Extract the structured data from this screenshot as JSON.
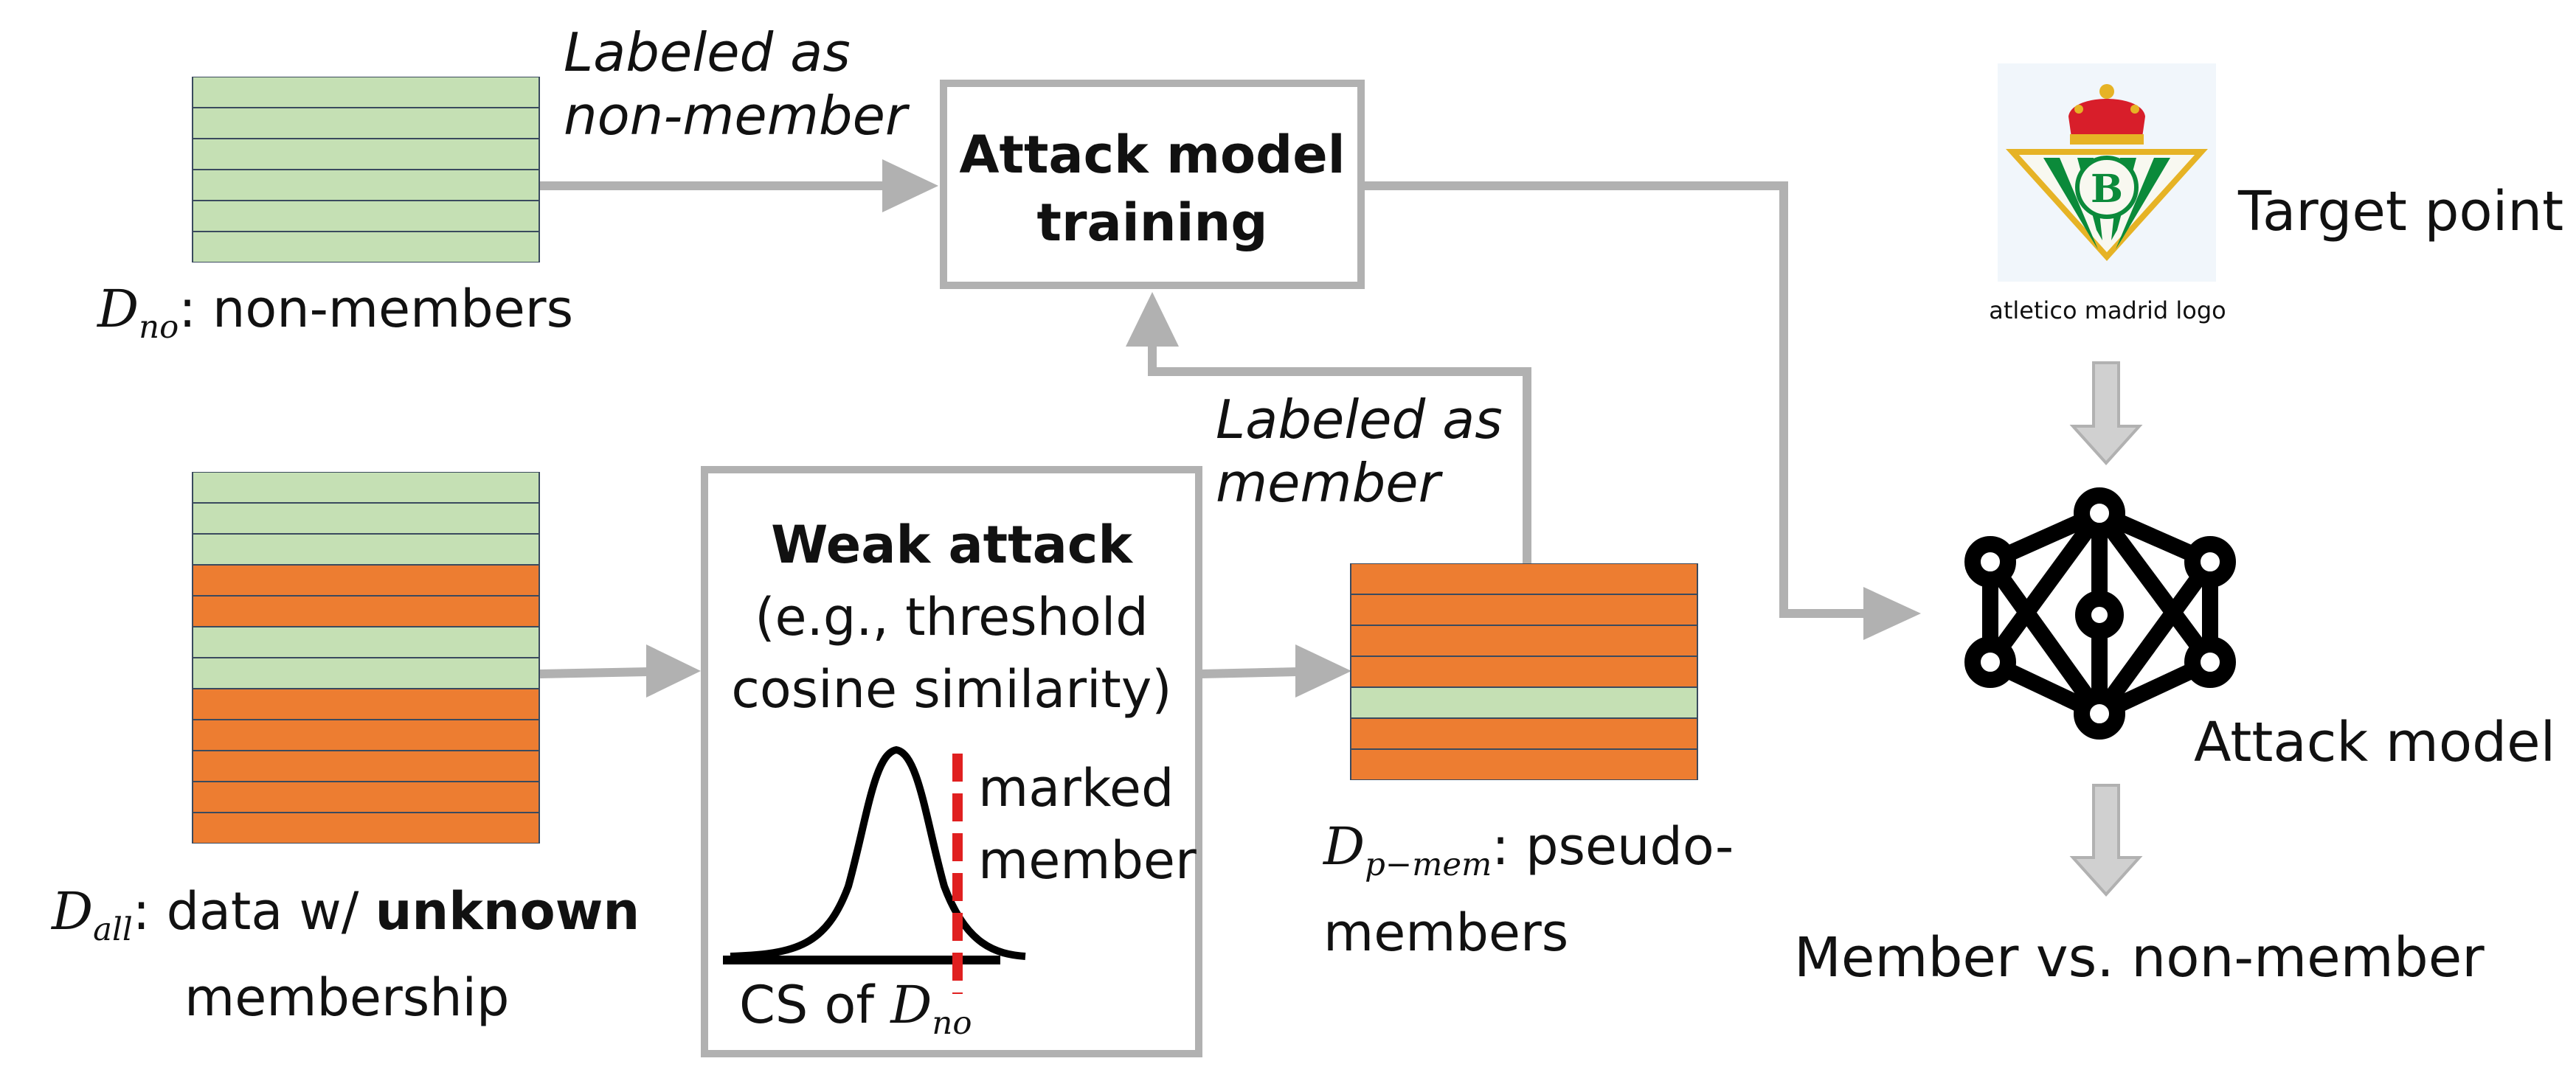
{
  "colors": {
    "non_member": "#c5e0b4",
    "member": "#ed7d31",
    "arrow": "#b1b1b1",
    "threshold": "#e02020"
  },
  "non_members_stack": {
    "rows": [
      "g",
      "g",
      "g",
      "g",
      "g",
      "g"
    ]
  },
  "all_stack": {
    "rows": [
      "g",
      "g",
      "g",
      "o",
      "o",
      "g",
      "g",
      "o",
      "o",
      "o",
      "o",
      "o"
    ]
  },
  "pseudo_stack": {
    "rows": [
      "o",
      "o",
      "o",
      "o",
      "g",
      "o",
      "o"
    ]
  },
  "labels": {
    "labeled_non_member_1": "Labeled as",
    "labeled_non_member_2": "non-member",
    "labeled_member_1": "Labeled as",
    "labeled_member_2": "member",
    "d_no_symbol": "D",
    "d_no_sub": "no",
    "d_no_text": ": non-members",
    "d_all_symbol": "D",
    "d_all_sub": "all",
    "d_all_text": ": data w/ ",
    "d_all_bold": "unknown",
    "d_all_line2": "membership",
    "d_pmem_symbol": "D",
    "d_pmem_sub": "p−mem",
    "d_pmem_text": ": pseudo-",
    "d_pmem_line2": "members",
    "target_point": "Target point",
    "logo_caption": "atletico madrid logo",
    "attack_model": "Attack model",
    "member_vs": "Member vs. non-member"
  },
  "training_box": {
    "line1": "Attack model",
    "line2": "training"
  },
  "weak_box": {
    "title": "Weak attack",
    "line2": "(e.g., threshold",
    "line3": "cosine similarity)",
    "marked_1": "marked",
    "marked_2": "member",
    "cs_text": "CS of ",
    "cs_symbol": "D",
    "cs_sub": "no"
  },
  "icons": {
    "network": "neural-network-icon",
    "logo": "crest-logo"
  }
}
